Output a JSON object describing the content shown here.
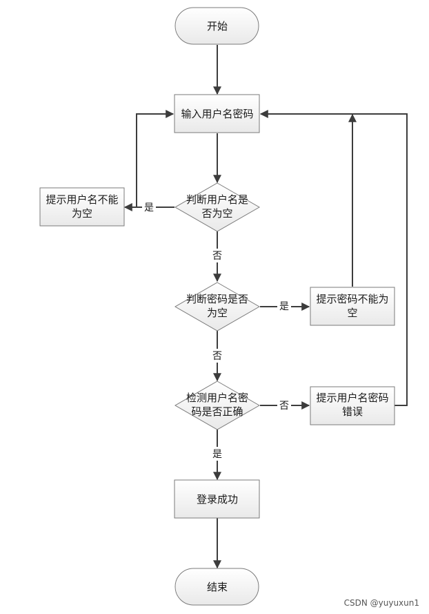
{
  "nodes": {
    "start": [
      "开始"
    ],
    "input": [
      "输入用户名密码"
    ],
    "check_user": [
      "判断用户名是",
      "否为空"
    ],
    "tip_user": [
      "提示用户名不能",
      "为空"
    ],
    "check_pwd": [
      "判断密码是否",
      "为空"
    ],
    "tip_pwd": [
      "提示密码不能为",
      "空"
    ],
    "verify": [
      "检测用户名密",
      "码是否正确"
    ],
    "tip_err": [
      "提示用户名密码",
      "错误"
    ],
    "success": [
      "登录成功"
    ],
    "end": [
      "结束"
    ]
  },
  "edge_labels": {
    "user_empty_yes": "是",
    "user_empty_no": "否",
    "pwd_empty_yes": "是",
    "pwd_empty_no": "否",
    "verify_no": "否",
    "verify_yes": "是"
  },
  "watermark": "CSDN @yuyuxun1"
}
